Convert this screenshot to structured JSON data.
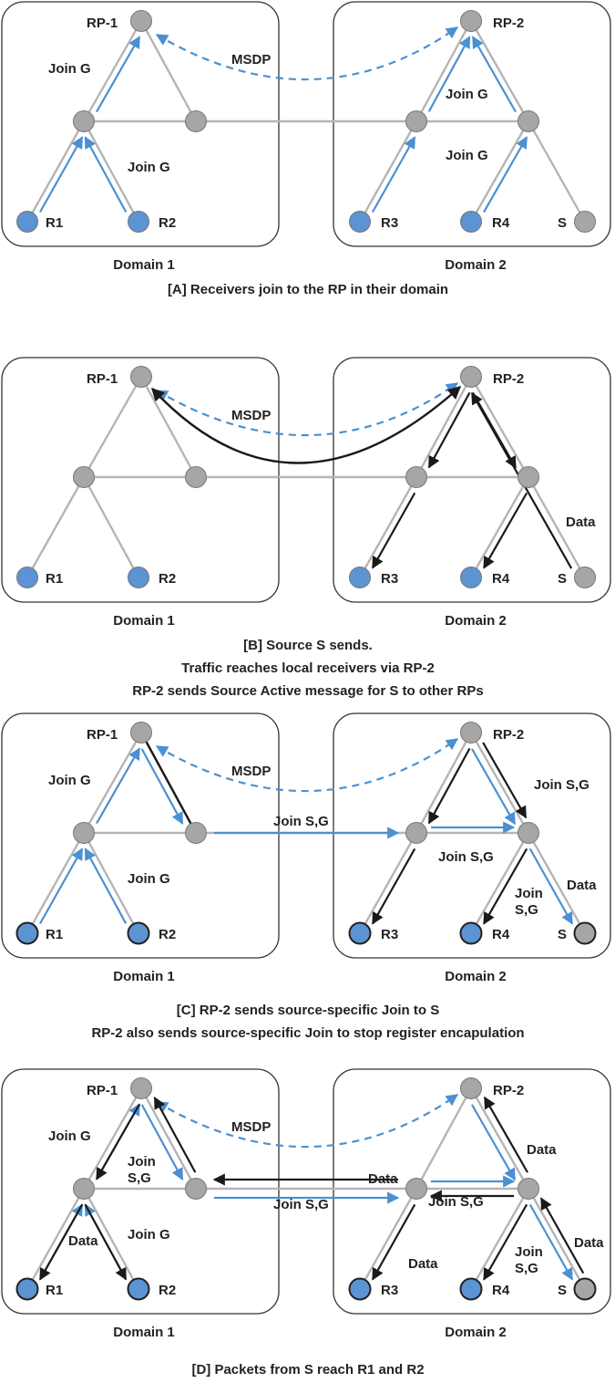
{
  "colors": {
    "receiver": "#5b93d3",
    "router": "#a6a6a6",
    "link": "#b5b5b5",
    "blue_arrow": "#4a90d2",
    "black_arrow": "#1a1a1a",
    "msdp": "#4a90d2",
    "box_stroke": "#333333"
  },
  "domains": {
    "d1": "Domain 1",
    "d2": "Domain 2"
  },
  "nodes": {
    "rp1": "RP-1",
    "rp2": "RP-2",
    "r1": "R1",
    "r2": "R2",
    "r3": "R3",
    "r4": "R4",
    "s": "S"
  },
  "labels": {
    "msdp": "MSDP",
    "join_g": "Join G",
    "join_sg": "Join S,G",
    "join": "Join",
    "sg": "S,G",
    "data": "Data"
  },
  "captions": {
    "a": "[A] Receivers join to the RP in their domain",
    "b1": "[B] Source S sends.",
    "b2": "Traffic reaches local receivers via RP-2",
    "b3": "RP-2 sends Source Active message for S to other RPs",
    "c1": "[C] RP-2 sends source-specific Join to S",
    "c2": "RP-2 also sends source-specific Join to stop register encapulation",
    "d": "[D] Packets from S reach R1 and R2"
  }
}
